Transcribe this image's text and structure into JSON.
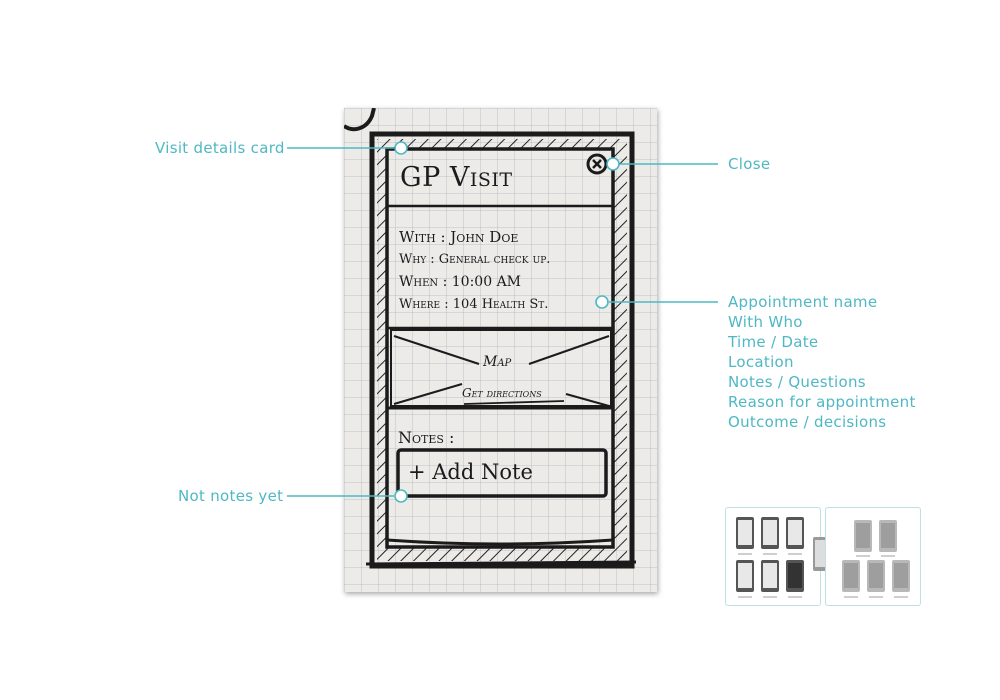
{
  "annotations": {
    "visit_details": "Visit details card",
    "close": "Close",
    "not_notes": "Not notes yet",
    "details_list": [
      "Appointment name",
      "With Who",
      "Time / Date",
      "Location",
      "Notes / Questions",
      "Reason for appointment",
      "Outcome / decisions"
    ]
  },
  "sketch": {
    "title": "GP Visit",
    "close_symbol": "x",
    "with": "With : John Doe",
    "why": "Why : General check up.",
    "when": "When : 10:00 AM",
    "where": "Where : 104 Health St.",
    "map_label": "Map",
    "directions_label": "Get directions",
    "notes_label": "Notes :",
    "add_note_label": "+ Add Note"
  },
  "colors": {
    "accent": "#4fb8c4",
    "ink": "#1b1b1b",
    "paper": "#ecebe8"
  }
}
